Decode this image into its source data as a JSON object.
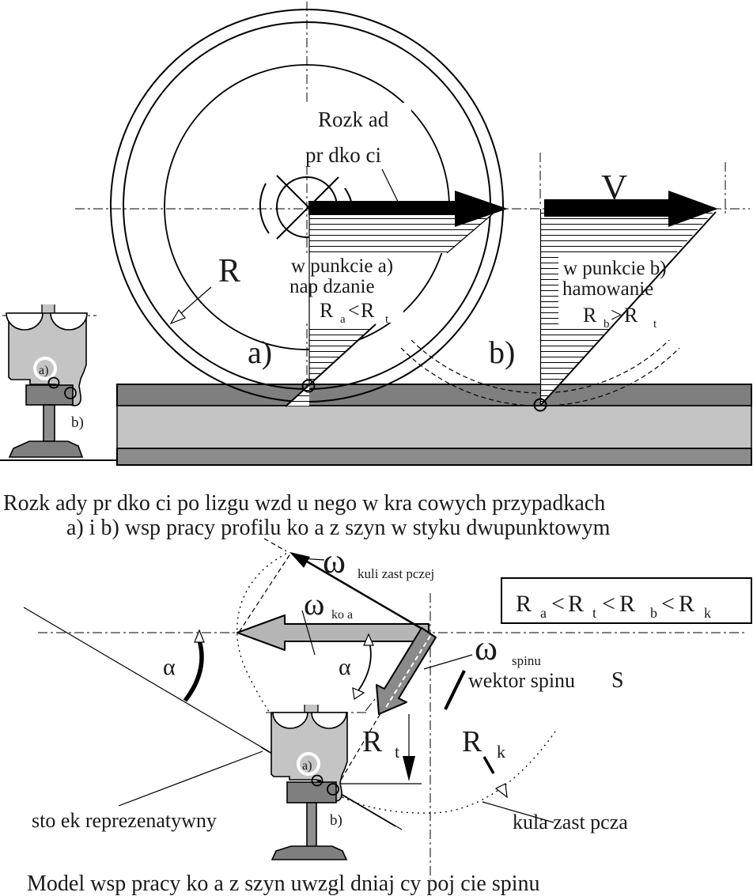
{
  "top": {
    "title_line1": "Rozk ad",
    "title_line2": "pr dko ci",
    "v": "V",
    "radius": "R",
    "label_a": "a)",
    "label_b": "b)",
    "point_a": {
      "l1": "w punkcie a)",
      "l2": "nap dzanie",
      "f_r": "R",
      "f_sub1": "a",
      "f_op": "<",
      "f_sub2": "t"
    },
    "point_b": {
      "l1": "w punkcie b)",
      "l2": "hamowanie",
      "f_r": "R",
      "f_sub1": "b",
      "f_op": ">",
      "f_sub2": "t"
    }
  },
  "inset": {
    "a": "a)",
    "b": "b)"
  },
  "captions": {
    "fig1_line1": "Rozk ady pr dko ci po lizgu wzd u nego w kra cowych przypadkach",
    "fig1_line2": "a) i b) wsp  pracy profilu ko a z szyn  w styku dwupunktowym",
    "fig2": "Model wsp  pracy ko a z szyn  uwzgl dniaj cy poj cie spinu"
  },
  "formula_box": {
    "r": "R",
    "sub_a": "a",
    "sub_t": "t",
    "sub_b": "b",
    "sub_k": "k",
    "lt": "<"
  },
  "bottom": {
    "omega": "ω",
    "sub_kuli": "kuli zast pczej",
    "sub_kola": "ko a",
    "sub_spinu": "spinu",
    "wektor": "wektor spinu",
    "s": "S",
    "alpha": "α",
    "r": "R",
    "sub_t": "t",
    "sub_k": "k",
    "stozek": "sto ek reprezenatywny",
    "kula": "kula zast pcza"
  },
  "colors": {
    "rail_top_band": "#7f7f7f",
    "rail_mid_band": "#c3c3c3",
    "rail_bottom_band": "#8c8c8c",
    "wheel_profile": "#c4c4c4",
    "omega_kola_arrow": "#b5b5b5",
    "omega_spinu_arrow": "#8a8a8a"
  }
}
